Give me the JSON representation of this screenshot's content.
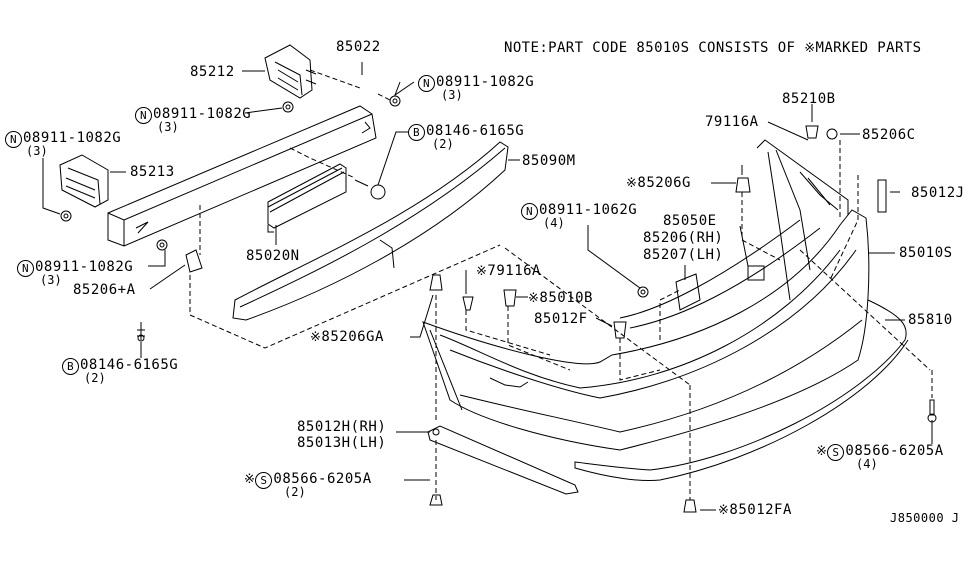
{
  "note": {
    "text": "NOTE:PART CODE 85010S CONSISTS OF",
    "mark": "※",
    "suffix": "MARKED PARTS"
  },
  "diagram_code": "J850000 J",
  "mark_symbol": "※",
  "prefix_symbols": {
    "N": "N",
    "B": "B",
    "S": "S"
  },
  "parts": {
    "p85022": {
      "code": "85022"
    },
    "p85212": {
      "code": "85212"
    },
    "p85213": {
      "code": "85213"
    },
    "n_top_left": {
      "prefix": "N",
      "code": "08911-1082G",
      "qty": "(3)"
    },
    "n_top_right": {
      "prefix": "N",
      "code": "08911-1082G",
      "qty": "(3)"
    },
    "n_far_left": {
      "prefix": "N",
      "code": "08911-1082G",
      "qty": "(3)"
    },
    "n_lower_left": {
      "prefix": "N",
      "code": "08911-1082G",
      "qty": "(3)"
    },
    "b_top": {
      "prefix": "B",
      "code": "08146-6165G",
      "qty": "(2)"
    },
    "b_bottom": {
      "prefix": "B",
      "code": "08146-6165G",
      "qty": "(2)"
    },
    "p85090M": {
      "code": "85090M"
    },
    "p85020N": {
      "code": "85020N"
    },
    "p85206A": {
      "code": "85206+A"
    },
    "p85206GA": {
      "code": "85206GA",
      "marked": true
    },
    "p85210B": {
      "code": "85210B"
    },
    "p79116A_top": {
      "code": "79116A"
    },
    "p85206C": {
      "code": "85206C"
    },
    "p85206G": {
      "code": "85206G",
      "marked": true
    },
    "p85012J": {
      "code": "85012J"
    },
    "n_mid": {
      "prefix": "N",
      "code": "08911-1062G",
      "qty": "(4)"
    },
    "p85050E": {
      "code": "85050E"
    },
    "p85206RH": {
      "code": "85206(RH)"
    },
    "p85207LH": {
      "code": "85207(LH)"
    },
    "p85010S": {
      "code": "85010S"
    },
    "p79116A_mark": {
      "code": "79116A",
      "marked": true
    },
    "p85010B": {
      "code": "85010B",
      "marked": true
    },
    "p85012F": {
      "code": "85012F"
    },
    "p85810": {
      "code": "85810"
    },
    "p85012H": {
      "code": "85012H(RH)"
    },
    "p85013H": {
      "code": "85013H(LH)"
    },
    "s_left": {
      "prefix": "S",
      "code": "08566-6205A",
      "qty": "(2)",
      "marked": true
    },
    "s_right": {
      "prefix": "S",
      "code": "08566-6205A",
      "qty": "(4)",
      "marked": true
    },
    "p85012FA": {
      "code": "85012FA",
      "marked": true
    }
  }
}
